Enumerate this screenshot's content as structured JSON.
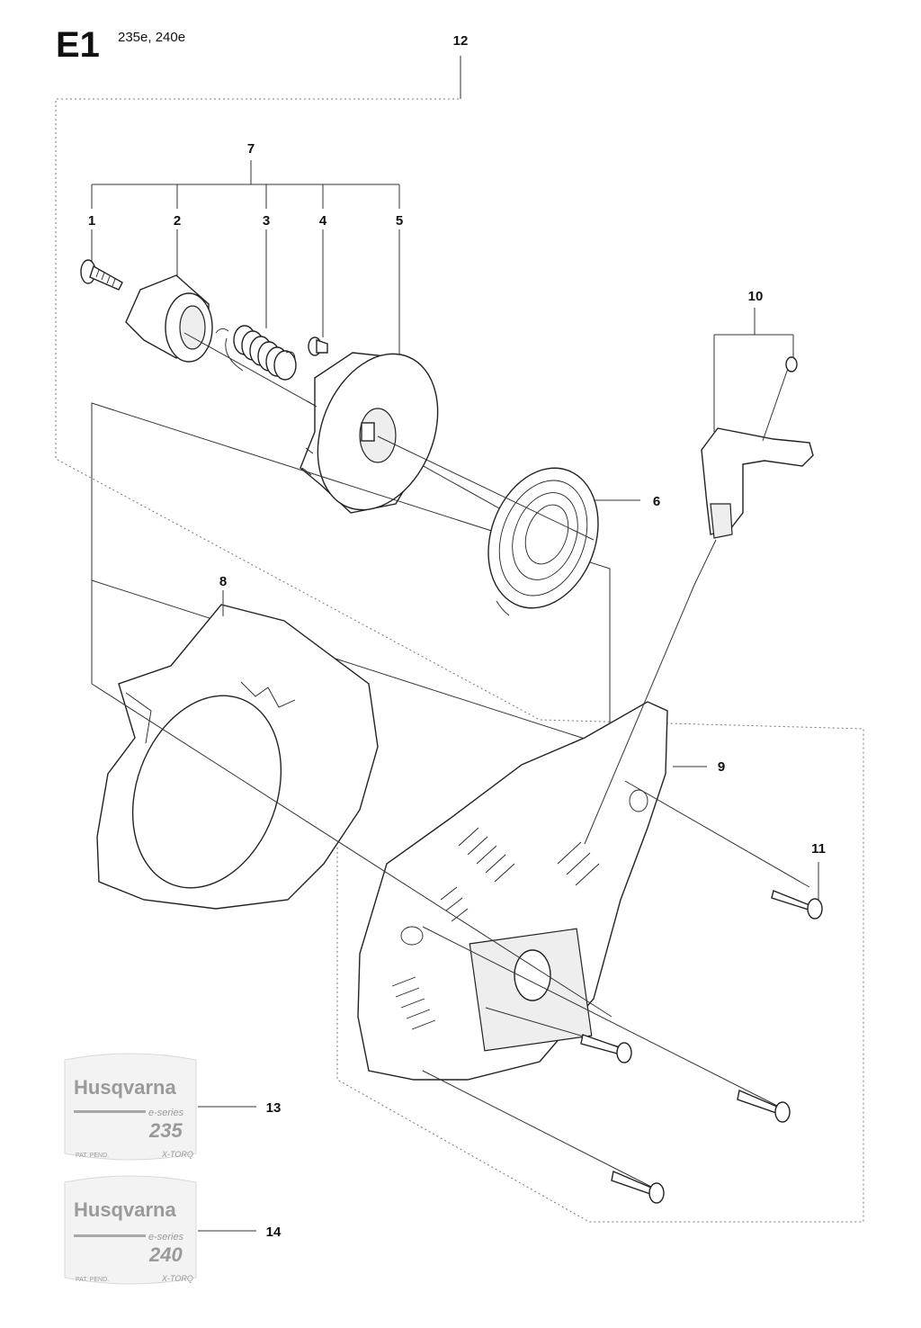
{
  "header": {
    "section_code": "E1",
    "models": "235e, 240e"
  },
  "callouts": [
    "1",
    "2",
    "3",
    "4",
    "5",
    "6",
    "7",
    "8",
    "9",
    "10",
    "11",
    "12",
    "13",
    "14"
  ],
  "decals": [
    {
      "brand": "Husqvarna",
      "series": "e-series",
      "model": "235",
      "note": "PAT. PEND.",
      "tag": "X-TORQ"
    },
    {
      "brand": "Husqvarna",
      "series": "e-series",
      "model": "240",
      "note": "PAT. PEND.",
      "tag": "X-TORQ"
    }
  ]
}
